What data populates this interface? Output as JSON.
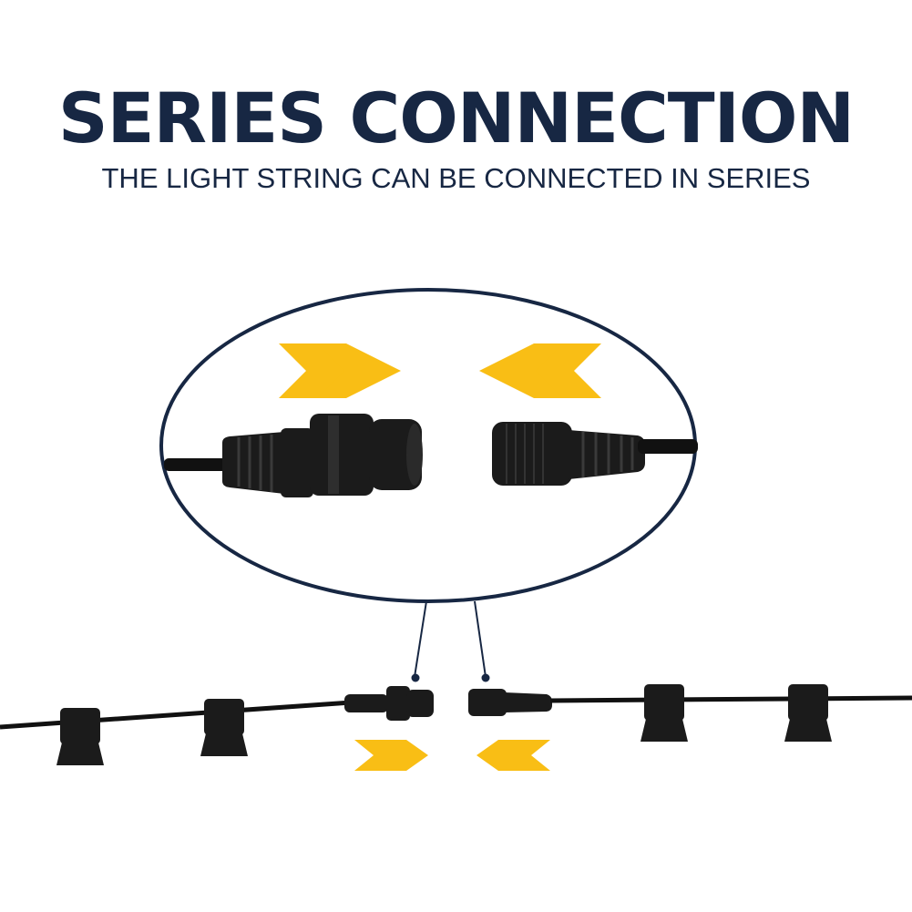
{
  "header": {
    "title": "SERIES CONNECTION",
    "subtitle": "THE LIGHT STRING CAN BE CONNECTED IN SERIES"
  },
  "colors": {
    "navy": "#172743",
    "arrow_yellow": "#f9be15",
    "connector_black": "#1b1b1b",
    "cable_black": "#111111",
    "background": "#ffffff"
  },
  "illustration": {
    "zoom_callout": "magnified view of plug and socket connectors",
    "connectors": [
      "male-plug",
      "female-socket"
    ],
    "arrow_direction": "inward",
    "socket_count_left": 2,
    "socket_count_right": 2
  }
}
